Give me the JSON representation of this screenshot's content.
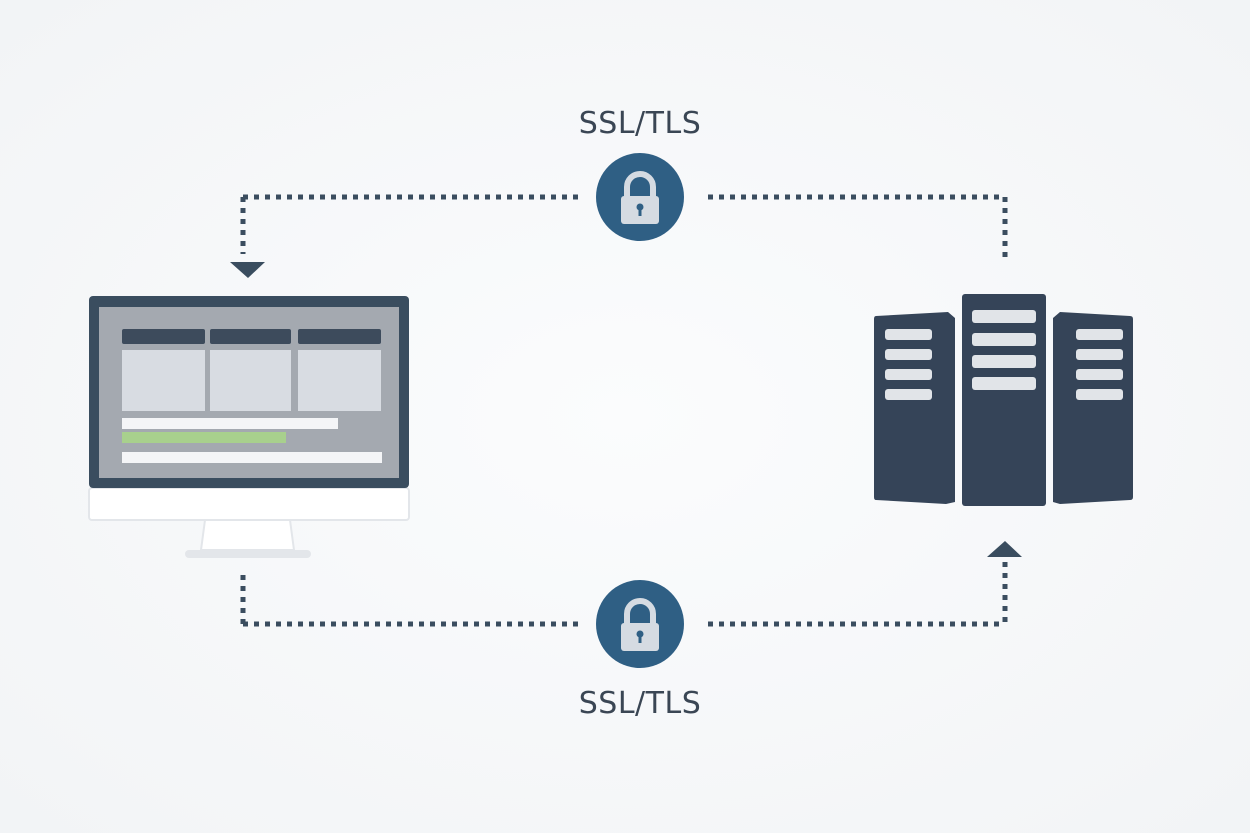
{
  "labels": {
    "top": "SSL/TLS",
    "bottom": "SSL/TLS"
  },
  "nodes": {
    "client": "desktop-monitor",
    "server": "server-rack"
  },
  "connections": [
    {
      "from": "server",
      "to": "client",
      "style": "dotted",
      "icon": "lock-icon"
    },
    {
      "from": "client",
      "to": "server",
      "style": "dotted",
      "icon": "lock-icon"
    }
  ],
  "colors": {
    "dark": "#354458",
    "lock_circle": "#2f5f84",
    "screen": "#a4a9b0",
    "panel": "#d8dce2",
    "progress": "#a8d08d",
    "line": "#3a4d5f"
  }
}
